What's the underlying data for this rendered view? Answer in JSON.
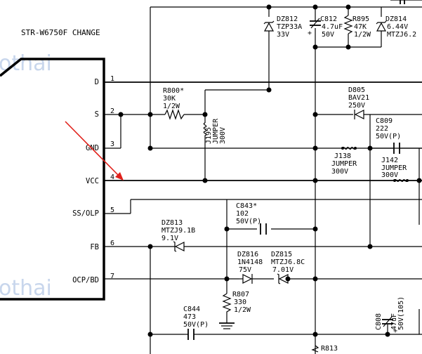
{
  "title": "STR-W6750F CHANGE",
  "watermarks": [
    "othai",
    "othai"
  ],
  "ic_pins": [
    {
      "name": "D",
      "num": "1"
    },
    {
      "name": "S",
      "num": "2"
    },
    {
      "name": "GND",
      "num": "3"
    },
    {
      "name": "VCC",
      "num": "4"
    },
    {
      "name": "SS/OLP",
      "num": "5"
    },
    {
      "name": "FB",
      "num": "6"
    },
    {
      "name": "OCP/BD",
      "num": "7"
    }
  ],
  "components": {
    "dz812": [
      "DZ812",
      "TZP33A",
      "33V"
    ],
    "c812": [
      "C812",
      "4.7uF",
      "50V"
    ],
    "r895": [
      "R895",
      "47K",
      "1/2W"
    ],
    "dz814": [
      "DZ814",
      "6.44V",
      "MTZJ6.2"
    ],
    "r800": [
      "R800*",
      "30K",
      "1/2W"
    ],
    "j195": [
      "J195",
      "JUMPER",
      "300V"
    ],
    "d805": [
      "D805",
      "BAV21",
      "250V"
    ],
    "c809": [
      "C809",
      "222",
      "50V(P)"
    ],
    "j138": [
      "J138",
      "JUMPER",
      "300V"
    ],
    "j142": [
      "J142",
      "JUMPER",
      "300V"
    ],
    "c843": [
      "C843*",
      "102",
      "50V(P)"
    ],
    "dz813": [
      "DZ813",
      "MTZJ9.1B",
      "9.1V"
    ],
    "dz816": [
      "DZ816",
      "1N4148",
      "75V"
    ],
    "dz815": [
      "DZ815",
      "MTZJ6.8C",
      "7.01V"
    ],
    "r807": [
      "R807",
      "330",
      "1/2W"
    ],
    "c844": [
      "C844",
      "473",
      "50V(P)"
    ],
    "c808": [
      "C808",
      "47uF",
      "50V(105)"
    ],
    "r813": [
      "R813"
    ]
  },
  "colors": {
    "wire": "#000000",
    "annotation_arrow": "#e0201a",
    "watermark": "#c8d6ec"
  }
}
